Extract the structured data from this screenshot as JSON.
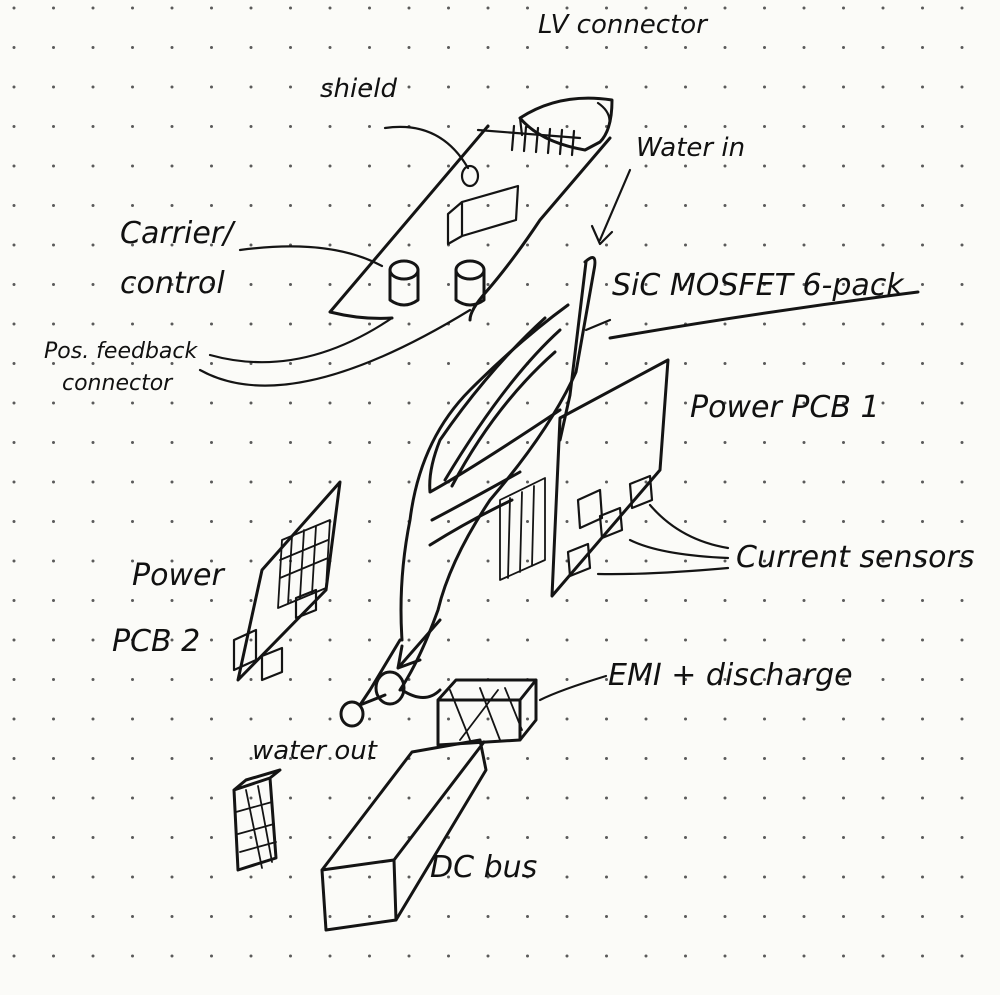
{
  "labels": {
    "lv_connector": "LV connector",
    "shield": "shield",
    "water_in": "Water in",
    "carrier_control_1": "Carrier/",
    "carrier_control_2": "control",
    "pos_feedback_1": "Pos. feedback",
    "pos_feedback_2": "connector",
    "sic_mosfet": "SiC MOSFET 6-pack",
    "power_pcb_1": "Power PCB 1",
    "current_sensors": "Current sensors",
    "power_pcb_2_line1": "Power",
    "power_pcb_2_line2": "PCB 2",
    "emi_discharge": "EMI + discharge",
    "water_out": "water out",
    "dc_bus": "DC bus"
  },
  "colors": {
    "ink": "#141414",
    "paper": "#fbfbf8",
    "dots": "#5a5a5a"
  }
}
